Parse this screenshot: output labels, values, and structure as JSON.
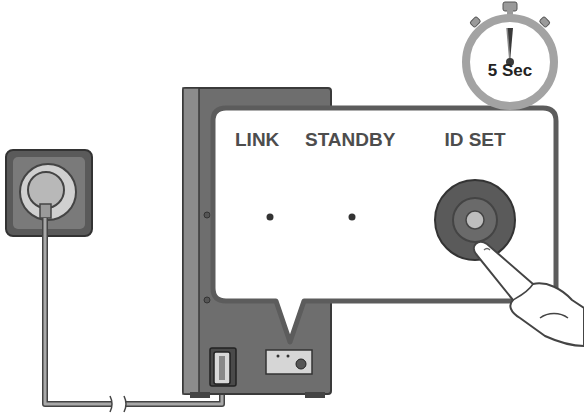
{
  "diagram": {
    "nodes": [
      {
        "text": [
          "LINK",
          "STANDBY",
          "ID SET"
        ]
      },
      {
        "text": [
          "5 Sec"
        ]
      }
    ]
  }
}
